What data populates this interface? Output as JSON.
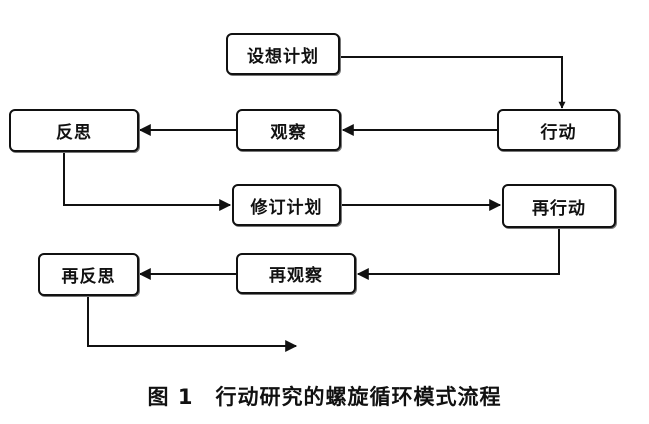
{
  "nodes": {
    "plan": "设想计划",
    "action": "行动",
    "observe": "观察",
    "reflect": "反思",
    "revise_plan": "修订计划",
    "re_action": "再行动",
    "re_observe": "再观察",
    "re_reflect": "再反思"
  },
  "caption": {
    "figure_number": "图 1",
    "title": "行动研究的螺旋循环模式流程"
  }
}
